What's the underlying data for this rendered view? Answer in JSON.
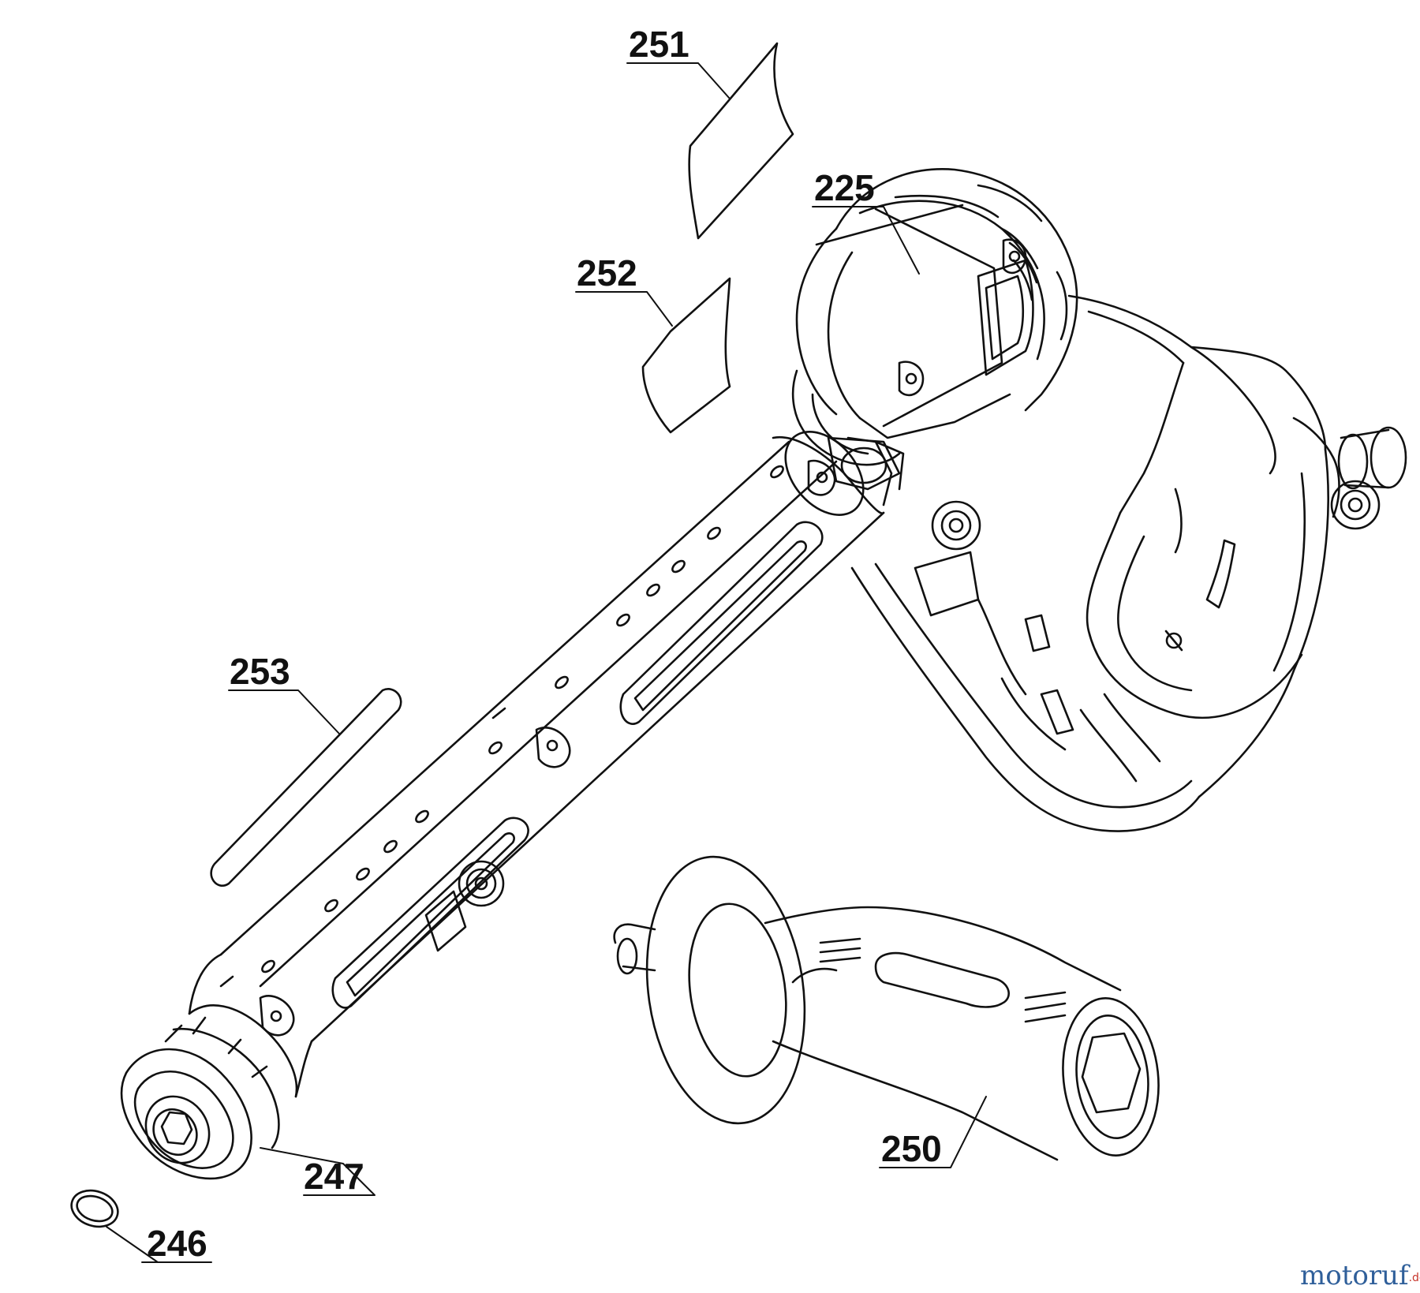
{
  "colors": {
    "line": "#111111",
    "background": "#ffffff",
    "watermark_blue": "#2f5f9a",
    "watermark_red": "#c7352b"
  },
  "labels": {
    "p225": "225",
    "p246": "246",
    "p247": "247",
    "p250": "250",
    "p251": "251",
    "p252": "252",
    "p253": "253"
  },
  "watermark": {
    "main": "motoruf",
    "suffix": ".de"
  },
  "icons": [
    "screw-icon",
    "bearing-icon",
    "hex-socket-icon"
  ]
}
